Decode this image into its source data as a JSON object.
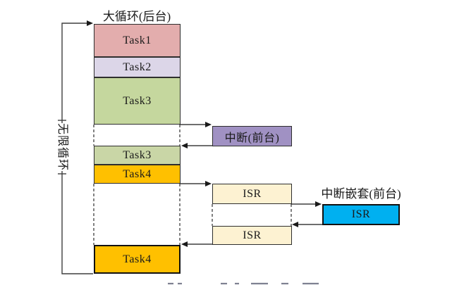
{
  "titles": {
    "background": "大循环(后台)",
    "infinite_loop": "无限循环",
    "nested": "中断嵌套(前台)"
  },
  "background_tasks": [
    {
      "label": "Task1",
      "color": "#e3adad"
    },
    {
      "label": "Task2",
      "color": "#dcd6e8"
    },
    {
      "label": "Task3",
      "color": "#c5d79e"
    },
    {
      "label": "Task3",
      "color": "#c9d6a6"
    },
    {
      "label": "Task4",
      "color": "#ffc000"
    },
    {
      "label": "Task4",
      "color": "#ffc000"
    }
  ],
  "foreground": {
    "interrupt_box": {
      "label": "中断(前台)",
      "color": "#a091c3"
    },
    "isr_boxes": [
      {
        "label": "ISR",
        "color": "#fdf2d2"
      },
      {
        "label": "ISR",
        "color": "#fdf2d2"
      }
    ],
    "nested_isr_box": {
      "label": "ISR",
      "color": "#00b0f0"
    }
  },
  "line_color": "#3f3f3f"
}
